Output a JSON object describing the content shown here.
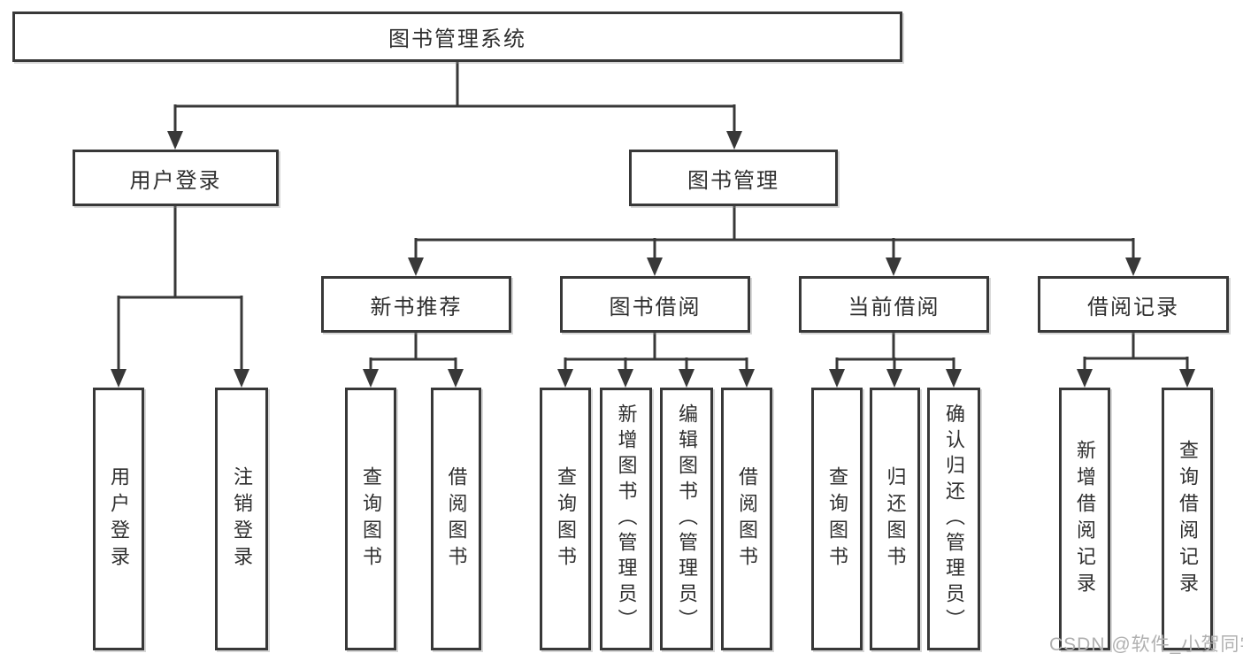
{
  "diagram": {
    "title": "图书管理系统",
    "nodes": {
      "root": "图书管理系统",
      "user_login": "用户登录",
      "book_mgmt": "图书管理",
      "new_book": "新书推荐",
      "book_borrow": "图书借阅",
      "current_borrow": "当前借阅",
      "borrow_records": "借阅记录",
      "leaf_user_login": "用户登录",
      "leaf_logout": "注销登录",
      "leaf_nb_query": "查询图书",
      "leaf_nb_borrow": "借阅图书",
      "leaf_bb_query": "查询图书",
      "leaf_bb_add": "新增图书（管理员）",
      "leaf_bb_edit": "编辑图书（管理员）",
      "leaf_bb_borrow": "借阅图书",
      "leaf_cb_query": "查询图书",
      "leaf_cb_return": "归还图书",
      "leaf_cb_confirm": "确认归还（管理员）",
      "leaf_br_add": "新增借阅记录",
      "leaf_br_query": "查询借阅记录"
    },
    "edges": "root->user_login, root->book_mgmt; user_login->leaf_user_login,leaf_logout; book_mgmt->new_book,book_borrow,current_borrow,borrow_records; new_book->leaf_nb_query,leaf_nb_borrow; book_borrow->leaf_bb_query,leaf_bb_add,leaf_bb_edit,leaf_bb_borrow; current_borrow->leaf_cb_query,leaf_cb_return,leaf_cb_confirm; borrow_records->leaf_br_add,leaf_br_query"
  },
  "watermark": "CSDN @软件_小贺同学",
  "colors": {
    "line": "#383838",
    "text": "#2f2f2f",
    "watermark": "#b0b0b0",
    "background": "#ffffff"
  }
}
